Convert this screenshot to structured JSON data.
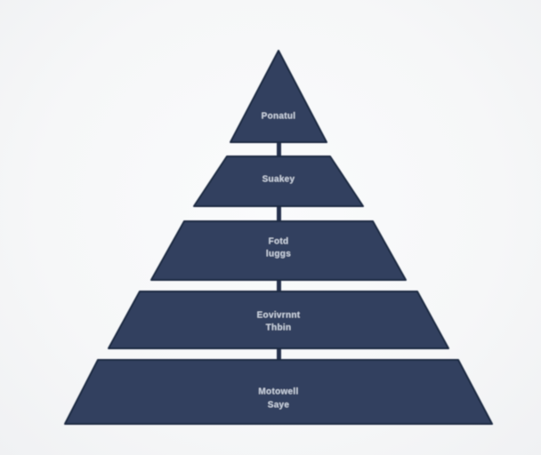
{
  "diagram": {
    "type": "pyramid",
    "tier_count": 5,
    "levels": [
      {
        "label_line1": "Ponatul",
        "label_line2": ""
      },
      {
        "label_line1": "Suakey",
        "label_line2": ""
      },
      {
        "label_line1": "Fotd",
        "label_line2": "luggs"
      },
      {
        "label_line1": "Eovivrnnt",
        "label_line2": "Thbin"
      },
      {
        "label_line1": "Motowell",
        "label_line2": "Saye"
      }
    ],
    "colors": {
      "tier_fill": "#31405e",
      "tier_stroke": "#1d2a42",
      "connector": "#25324e",
      "label_text": "#ccd4e2",
      "background": "#f7f8f9"
    }
  }
}
